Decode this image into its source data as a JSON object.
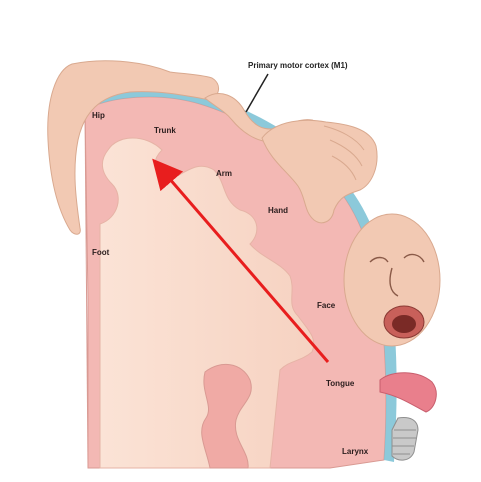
{
  "title_label": "Primary motor cortex (M1)",
  "regions": {
    "hip": "Hip",
    "trunk": "Trunk",
    "arm": "Arm",
    "hand": "Hand",
    "foot": "Foot",
    "face": "Face",
    "tongue": "Tongue",
    "larynx": "Larynx"
  },
  "colors": {
    "cortex_pink": "#f3b8b4",
    "white_matter": "#fde6d8",
    "meninges_blue": "#7fc3d6",
    "skin": "#f2c9b3",
    "arrow_red": "#e81e1e",
    "label_text": "#2a1d1d"
  }
}
